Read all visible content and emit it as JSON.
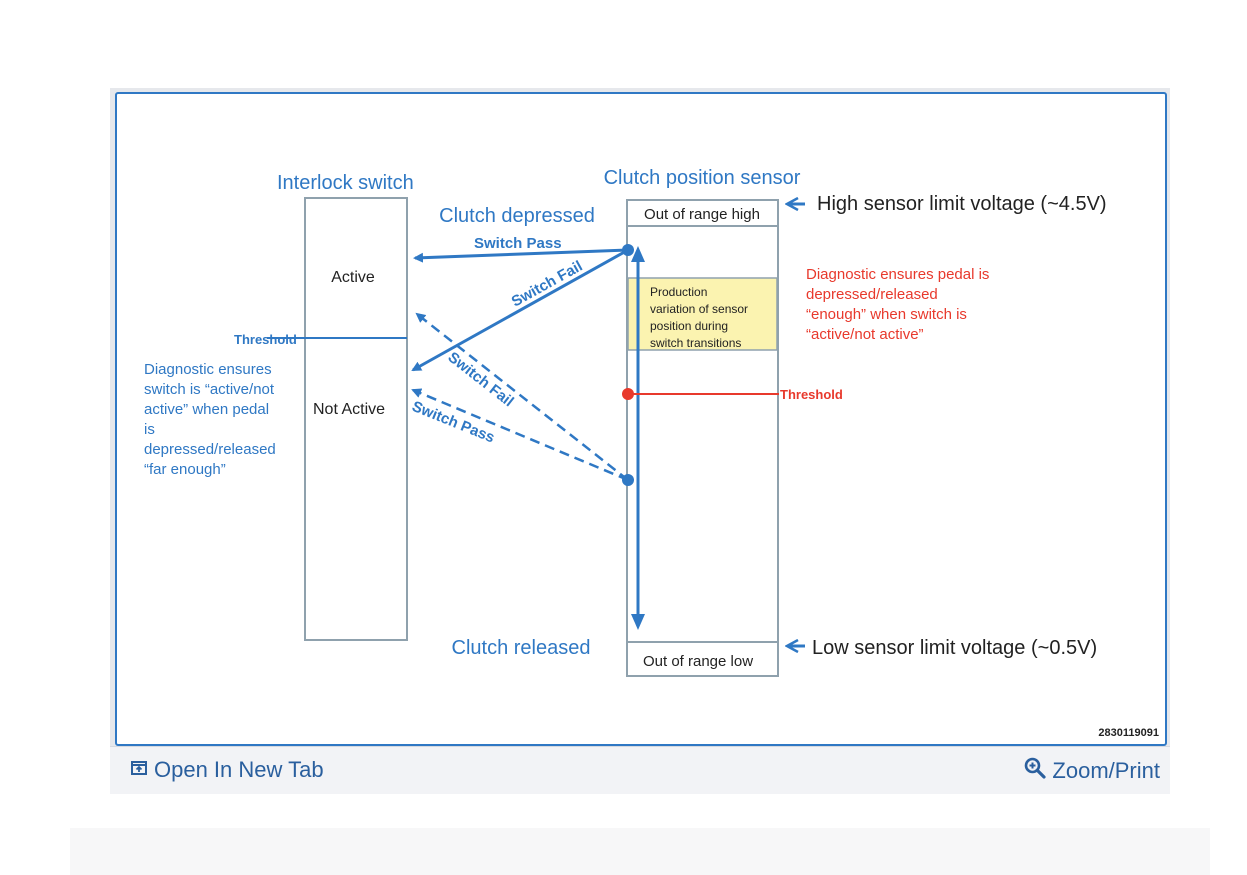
{
  "diagram": {
    "interlock_switch_title": "Interlock switch",
    "clutch_position_sensor_title": "Clutch position sensor",
    "clutch_depressed": "Clutch depressed",
    "clutch_released": "Clutch released",
    "state_active": "Active",
    "state_not_active": "Not Active",
    "threshold_left": "Threshold",
    "threshold_right": "Threshold",
    "out_of_range_high": "Out of range high",
    "out_of_range_low": "Out of range low",
    "production_variation": [
      "Production",
      "variation of sensor",
      "position during",
      "switch transitions"
    ],
    "high_limit": "High sensor limit voltage (~4.5V)",
    "low_limit": "Low sensor limit voltage (~0.5V)",
    "arrow_switch_pass_top": "Switch Pass",
    "arrow_switch_fail_top": "Switch Fail",
    "arrow_switch_fail_bottom": "Switch Fail",
    "arrow_switch_pass_bottom": "Switch Pass",
    "note_left": [
      "Diagnostic ensures",
      "switch is “active/not",
      "active” when pedal",
      "is",
      "depressed/released",
      "“far enough”"
    ],
    "note_right": [
      "Diagnostic ensures pedal is",
      "depressed/released",
      "“enough” when switch is",
      "“active/not active”"
    ],
    "figure_id": "2830119091"
  },
  "footer": {
    "open_new_tab": "Open In New Tab",
    "zoom_print": "Zoom/Print",
    "open_icon": "open-new-tab-icon",
    "zoom_icon": "magnifier-icon"
  },
  "colors": {
    "blue": "#2f78c4",
    "red": "#e8392c",
    "yellow": "#fbf3b0",
    "box_border": "#8fa1ad",
    "text_dark": "#222222",
    "footer_text": "#2a5f9e"
  }
}
